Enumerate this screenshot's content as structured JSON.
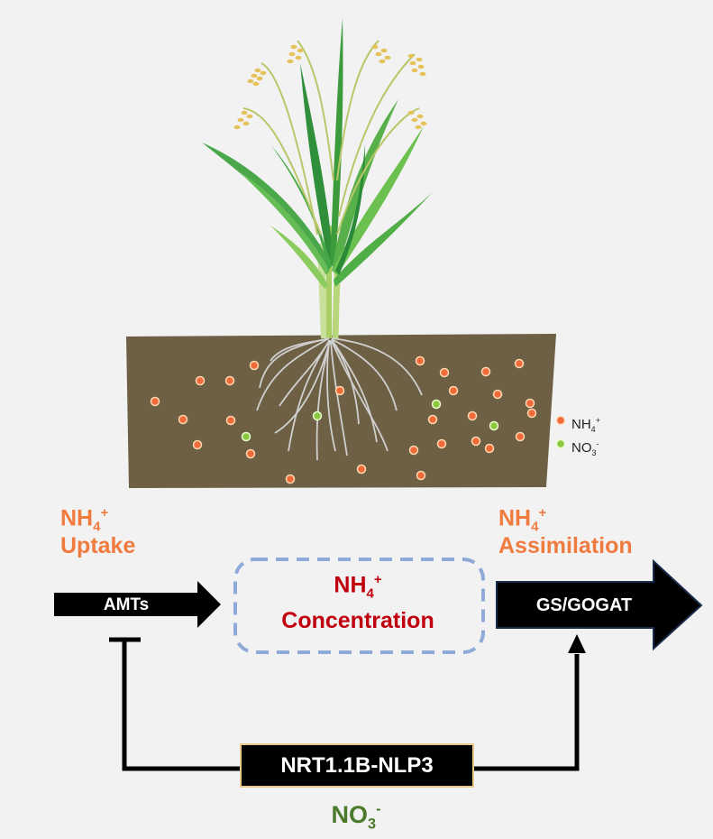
{
  "legend": {
    "ammonium": "NH4+",
    "nitrate": "NO3-"
  },
  "labels": {
    "uptake_ion": "NH4+",
    "uptake_word": "Uptake",
    "assim_ion": "NH4+",
    "assim_word": "Assimilation",
    "conc_ion": "NH4+",
    "conc_word": "Concentration",
    "amts": "AMTs",
    "gs_gogat": "GS/GOGAT",
    "regulator": "NRT1.1B-NLP3",
    "signal": "NO3-"
  },
  "colors": {
    "background": "#f2f2f2",
    "soil": "#6e6044",
    "ammonium_dot": "#f06a3a",
    "nitrate_dot": "#8cc63f",
    "orange_text": "#f07b3f",
    "red_text": "#c0000c",
    "green_text": "#4a7a2a",
    "dashed_box": "#8fa9d9",
    "gs_arrow": "#000000",
    "gs_arrow_border": "#1a2a4a"
  },
  "icons": [
    "rice-plant-icon",
    "root-system-icon",
    "ammonium-dot-icon",
    "nitrate-dot-icon"
  ]
}
